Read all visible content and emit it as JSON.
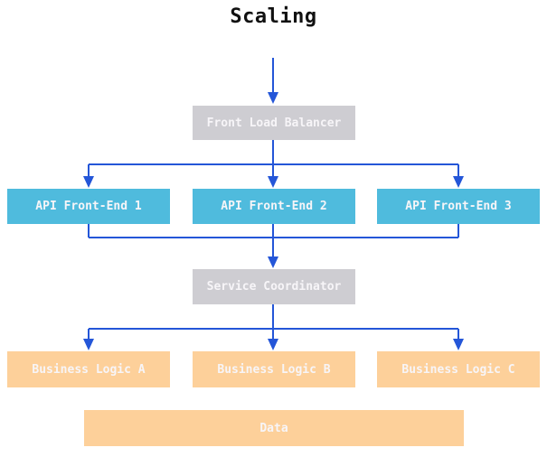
{
  "title": "Scaling",
  "colors": {
    "background": "#FFFFFF",
    "arrow": "#2456D8",
    "gray_box": "#CECDD2",
    "cyan_box": "#4FBBDD",
    "orange_box": "#FDD09A",
    "node_text": "#F7F5F8",
    "title_text": "#111111"
  },
  "nodes": {
    "load_balancer": "Front Load Balancer",
    "api_front_ends": [
      "API Front-End 1",
      "API Front-End 2",
      "API Front-End 3"
    ],
    "service_coordinator": "Service Coordinator",
    "business_logic": [
      "Business Logic A",
      "Business Logic B",
      "Business Logic C"
    ],
    "data_store": "Data"
  }
}
